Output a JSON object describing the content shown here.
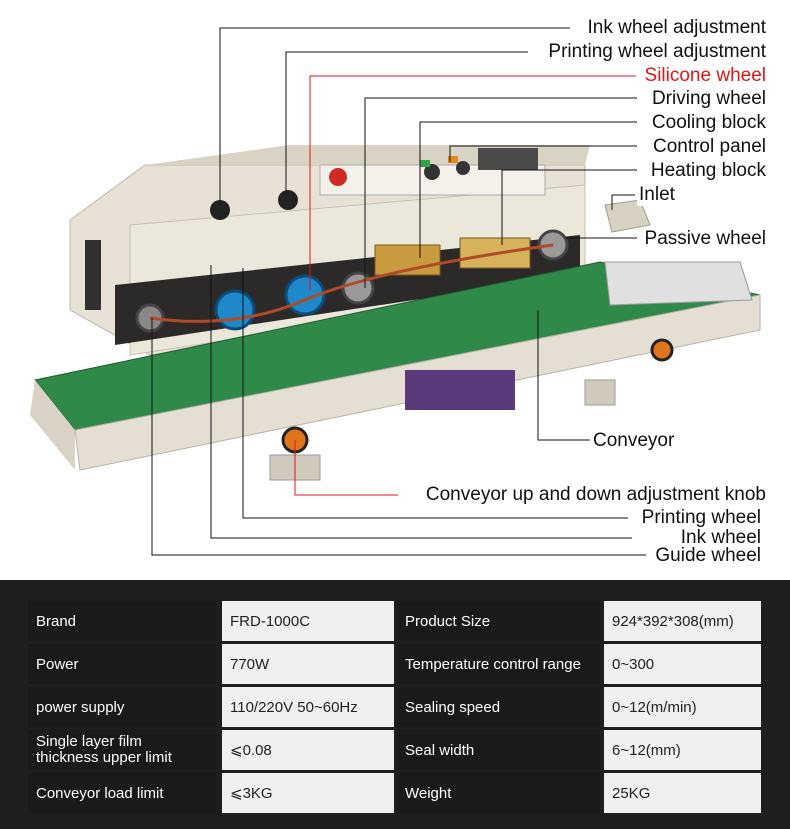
{
  "callouts": {
    "ink_wheel_adjustment": "Ink wheel adjustment",
    "printing_wheel_adjustment": "Printing wheel adjustment",
    "silicone_wheel": "Silicone wheel",
    "driving_wheel": "Driving wheel",
    "cooling_block": "Cooling block",
    "control_panel": "Control panel",
    "heating_block": "Heating block",
    "inlet": "Inlet",
    "passive_wheel": "Passive wheel",
    "conveyor": "Conveyor",
    "conveyor_knob": "Conveyor up and down adjustment knob",
    "printing_wheel": "Printing wheel",
    "ink_wheel": "Ink wheel",
    "guide_wheel": "Guide wheel"
  },
  "specs": {
    "rows": [
      {
        "l1": "Brand",
        "v1": "FRD-1000C",
        "l2": "Product Size",
        "v2": "924*392*308(mm)"
      },
      {
        "l1": "Power",
        "v1": "770W",
        "l2": "Temperature control range",
        "v2": "0~300"
      },
      {
        "l1": "power supply",
        "v1": "110/220V  50~60Hz",
        "l2": "Sealing speed",
        "v2": "0~12(m/min)"
      },
      {
        "l1": "Single layer film\nthickness upper limit",
        "v1": "⩽0.08",
        "l2": "Seal width",
        "v2": "6~12(mm)"
      },
      {
        "l1": "Conveyor load limit",
        "v1": "⩽3KG",
        "l2": "Weight",
        "v2": "25KG"
      }
    ]
  },
  "colors": {
    "red_accent": "#e01515",
    "machine_body": "#e9e4d8",
    "conveyor_belt": "#2f8a4a",
    "table_dark": "#1a1a1a",
    "table_light": "#f0f0f0"
  }
}
